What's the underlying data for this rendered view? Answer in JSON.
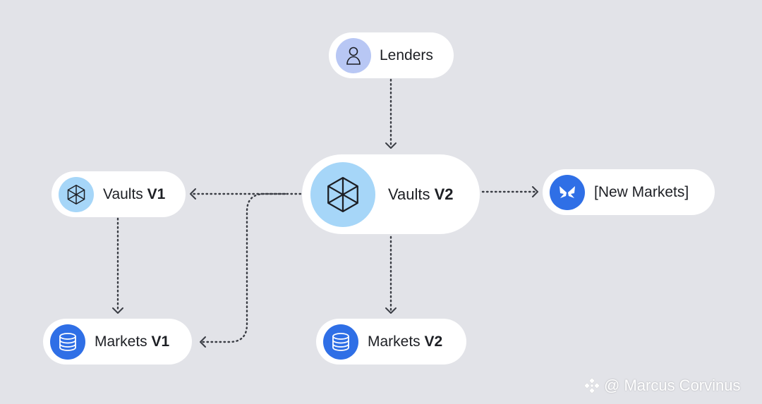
{
  "nodes": {
    "lenders": {
      "label": "Lenders",
      "icon": "person-icon"
    },
    "vaults_v1": {
      "label_prefix": "Vaults ",
      "label_bold": "V1",
      "icon": "cube-icon"
    },
    "vaults_v2": {
      "label_prefix": "Vaults ",
      "label_bold": "V2",
      "icon": "cube-icon"
    },
    "new_markets": {
      "label": "[New Markets]",
      "icon": "butterfly-icon"
    },
    "markets_v1": {
      "label_prefix": "Markets ",
      "label_bold": "V1",
      "icon": "database-icon"
    },
    "markets_v2": {
      "label_prefix": "Markets ",
      "label_bold": "V2",
      "icon": "database-icon"
    }
  },
  "edges": [
    {
      "from": "Lenders",
      "to": "Vaults V2"
    },
    {
      "from": "Vaults V2",
      "to": "Vaults V1"
    },
    {
      "from": "Vaults V2",
      "to": "Markets V1"
    },
    {
      "from": "Vaults V2",
      "to": "[New Markets]"
    },
    {
      "from": "Vaults V2",
      "to": "Markets V2"
    },
    {
      "from": "Vaults V1",
      "to": "Markets V1"
    }
  ],
  "watermark": {
    "text": "@ Marcus Corvinus",
    "icon": "binance-logo-icon"
  },
  "colors": {
    "background": "#e2e3e8",
    "node": "#ffffff",
    "light_blue": "#a6d6f8",
    "lavender": "#b8c7f4",
    "brand_blue": "#2f6fe6",
    "connector": "#3a3d44"
  }
}
